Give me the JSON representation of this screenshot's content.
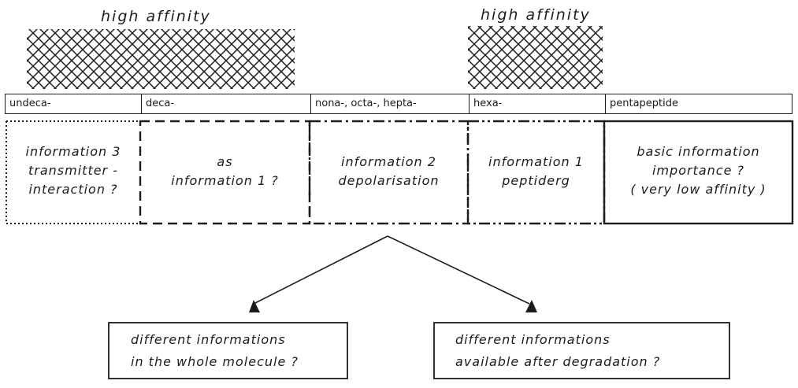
{
  "affinity_labels": [
    {
      "text": "high  affinity"
    },
    {
      "text": "high  affinity"
    }
  ],
  "segments": [
    {
      "label": "undeca-",
      "info_lines": [
        "information 3",
        "transmitter -",
        "interaction ?"
      ],
      "border": "dotted"
    },
    {
      "label": "deca-",
      "info_lines": [
        "as",
        "information 1  ?"
      ],
      "border": "dashed"
    },
    {
      "label": "nona-, octa-, hepta-",
      "info_lines": [
        "information 2",
        "depolarisation"
      ],
      "border": "dash-dot"
    },
    {
      "label": "hexa-",
      "info_lines": [
        "information 1",
        "peptiderg"
      ],
      "border": "dash-dot-dot"
    },
    {
      "label": "pentapeptide",
      "info_lines": [
        "basic  information",
        "importance ?",
        "( very low affinity )"
      ],
      "border": "solid"
    }
  ],
  "questions": [
    {
      "lines": [
        "different  informations",
        "in the whole molecule ?"
      ]
    },
    {
      "lines": [
        "different  informations",
        "available after degradation ?"
      ]
    }
  ],
  "colors": {
    "ink": "#1c1c1c",
    "background": "#ffffff"
  }
}
